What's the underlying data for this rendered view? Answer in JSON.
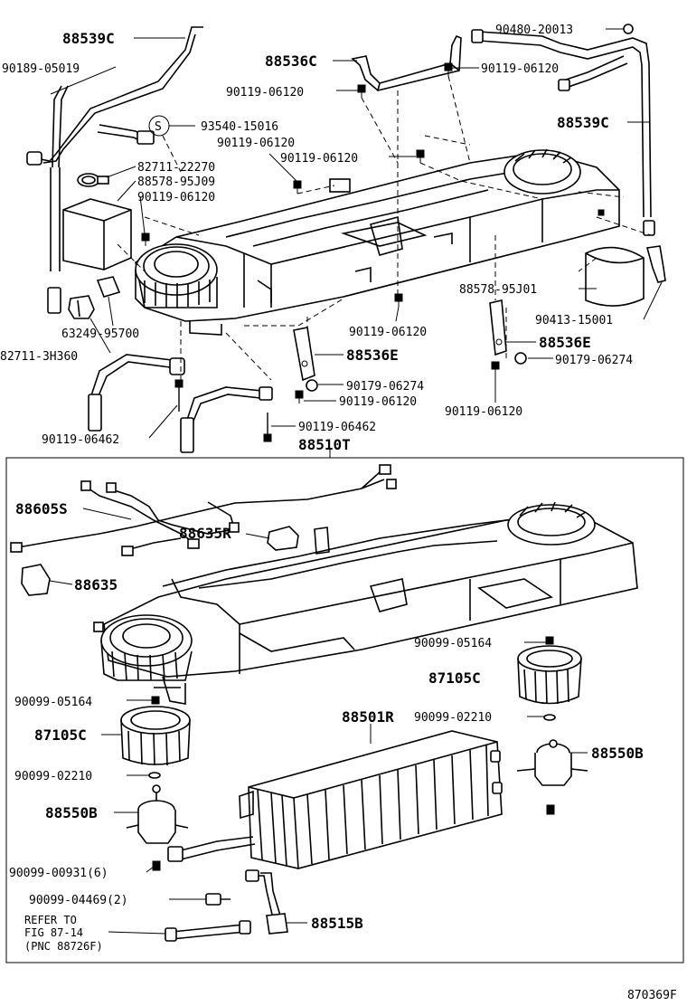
{
  "diagram": {
    "figure_code": "870369F",
    "callouts_upper": [
      {
        "id": "c1",
        "text": "88539C"
      },
      {
        "id": "c2",
        "text": "90189-05019"
      },
      {
        "id": "c3",
        "text": "88536C"
      },
      {
        "id": "c4",
        "text": "90119-06120"
      },
      {
        "id": "c5",
        "text": "90480-20013"
      },
      {
        "id": "c6",
        "text": "90119-06120"
      },
      {
        "id": "c7",
        "text": "93540-15016"
      },
      {
        "id": "c8",
        "text": "90119-06120"
      },
      {
        "id": "c9",
        "text": "88539C"
      },
      {
        "id": "c10",
        "text": "90119-06120"
      },
      {
        "id": "c11",
        "text": "82711-22270"
      },
      {
        "id": "c12",
        "text": "88578-95J09"
      },
      {
        "id": "c13",
        "text": "90119-06120"
      },
      {
        "id": "c14",
        "text": "88578-95J01"
      },
      {
        "id": "c15",
        "text": "90413-15001"
      },
      {
        "id": "c16",
        "text": "63249-95700"
      },
      {
        "id": "c17",
        "text": "90119-06120"
      },
      {
        "id": "c18",
        "text": "88536E"
      },
      {
        "id": "c19",
        "text": "88536E"
      },
      {
        "id": "c20",
        "text": "82711-3H360"
      },
      {
        "id": "c21",
        "text": "90179-06274"
      },
      {
        "id": "c22",
        "text": "90179-06274"
      },
      {
        "id": "c23",
        "text": "90119-06120"
      },
      {
        "id": "c24",
        "text": "90119-06120"
      },
      {
        "id": "c25",
        "text": "90119-06462"
      },
      {
        "id": "c26",
        "text": "90119-06462"
      },
      {
        "id": "c27",
        "text": "88510T"
      }
    ],
    "callouts_lower": [
      {
        "id": "d1",
        "text": "88605S"
      },
      {
        "id": "d2",
        "text": "88635R"
      },
      {
        "id": "d3",
        "text": "88635"
      },
      {
        "id": "d4",
        "text": "90099-05164"
      },
      {
        "id": "d5",
        "text": "87105C"
      },
      {
        "id": "d6",
        "text": "90099-05164"
      },
      {
        "id": "d7",
        "text": "88501R"
      },
      {
        "id": "d8",
        "text": "90099-02210"
      },
      {
        "id": "d9",
        "text": "87105C"
      },
      {
        "id": "d10",
        "text": "88550B"
      },
      {
        "id": "d11",
        "text": "90099-02210"
      },
      {
        "id": "d12",
        "text": "88550B"
      },
      {
        "id": "d13",
        "text": "90099-00931(6)"
      },
      {
        "id": "d14",
        "text": "90099-04469(2)"
      },
      {
        "id": "d15",
        "text": "88515B"
      }
    ],
    "circle_symbol": "S",
    "refer_note": {
      "line1": "REFER TO",
      "line2": "FIG 87-14",
      "line3": "(PNC 88726F)"
    }
  }
}
